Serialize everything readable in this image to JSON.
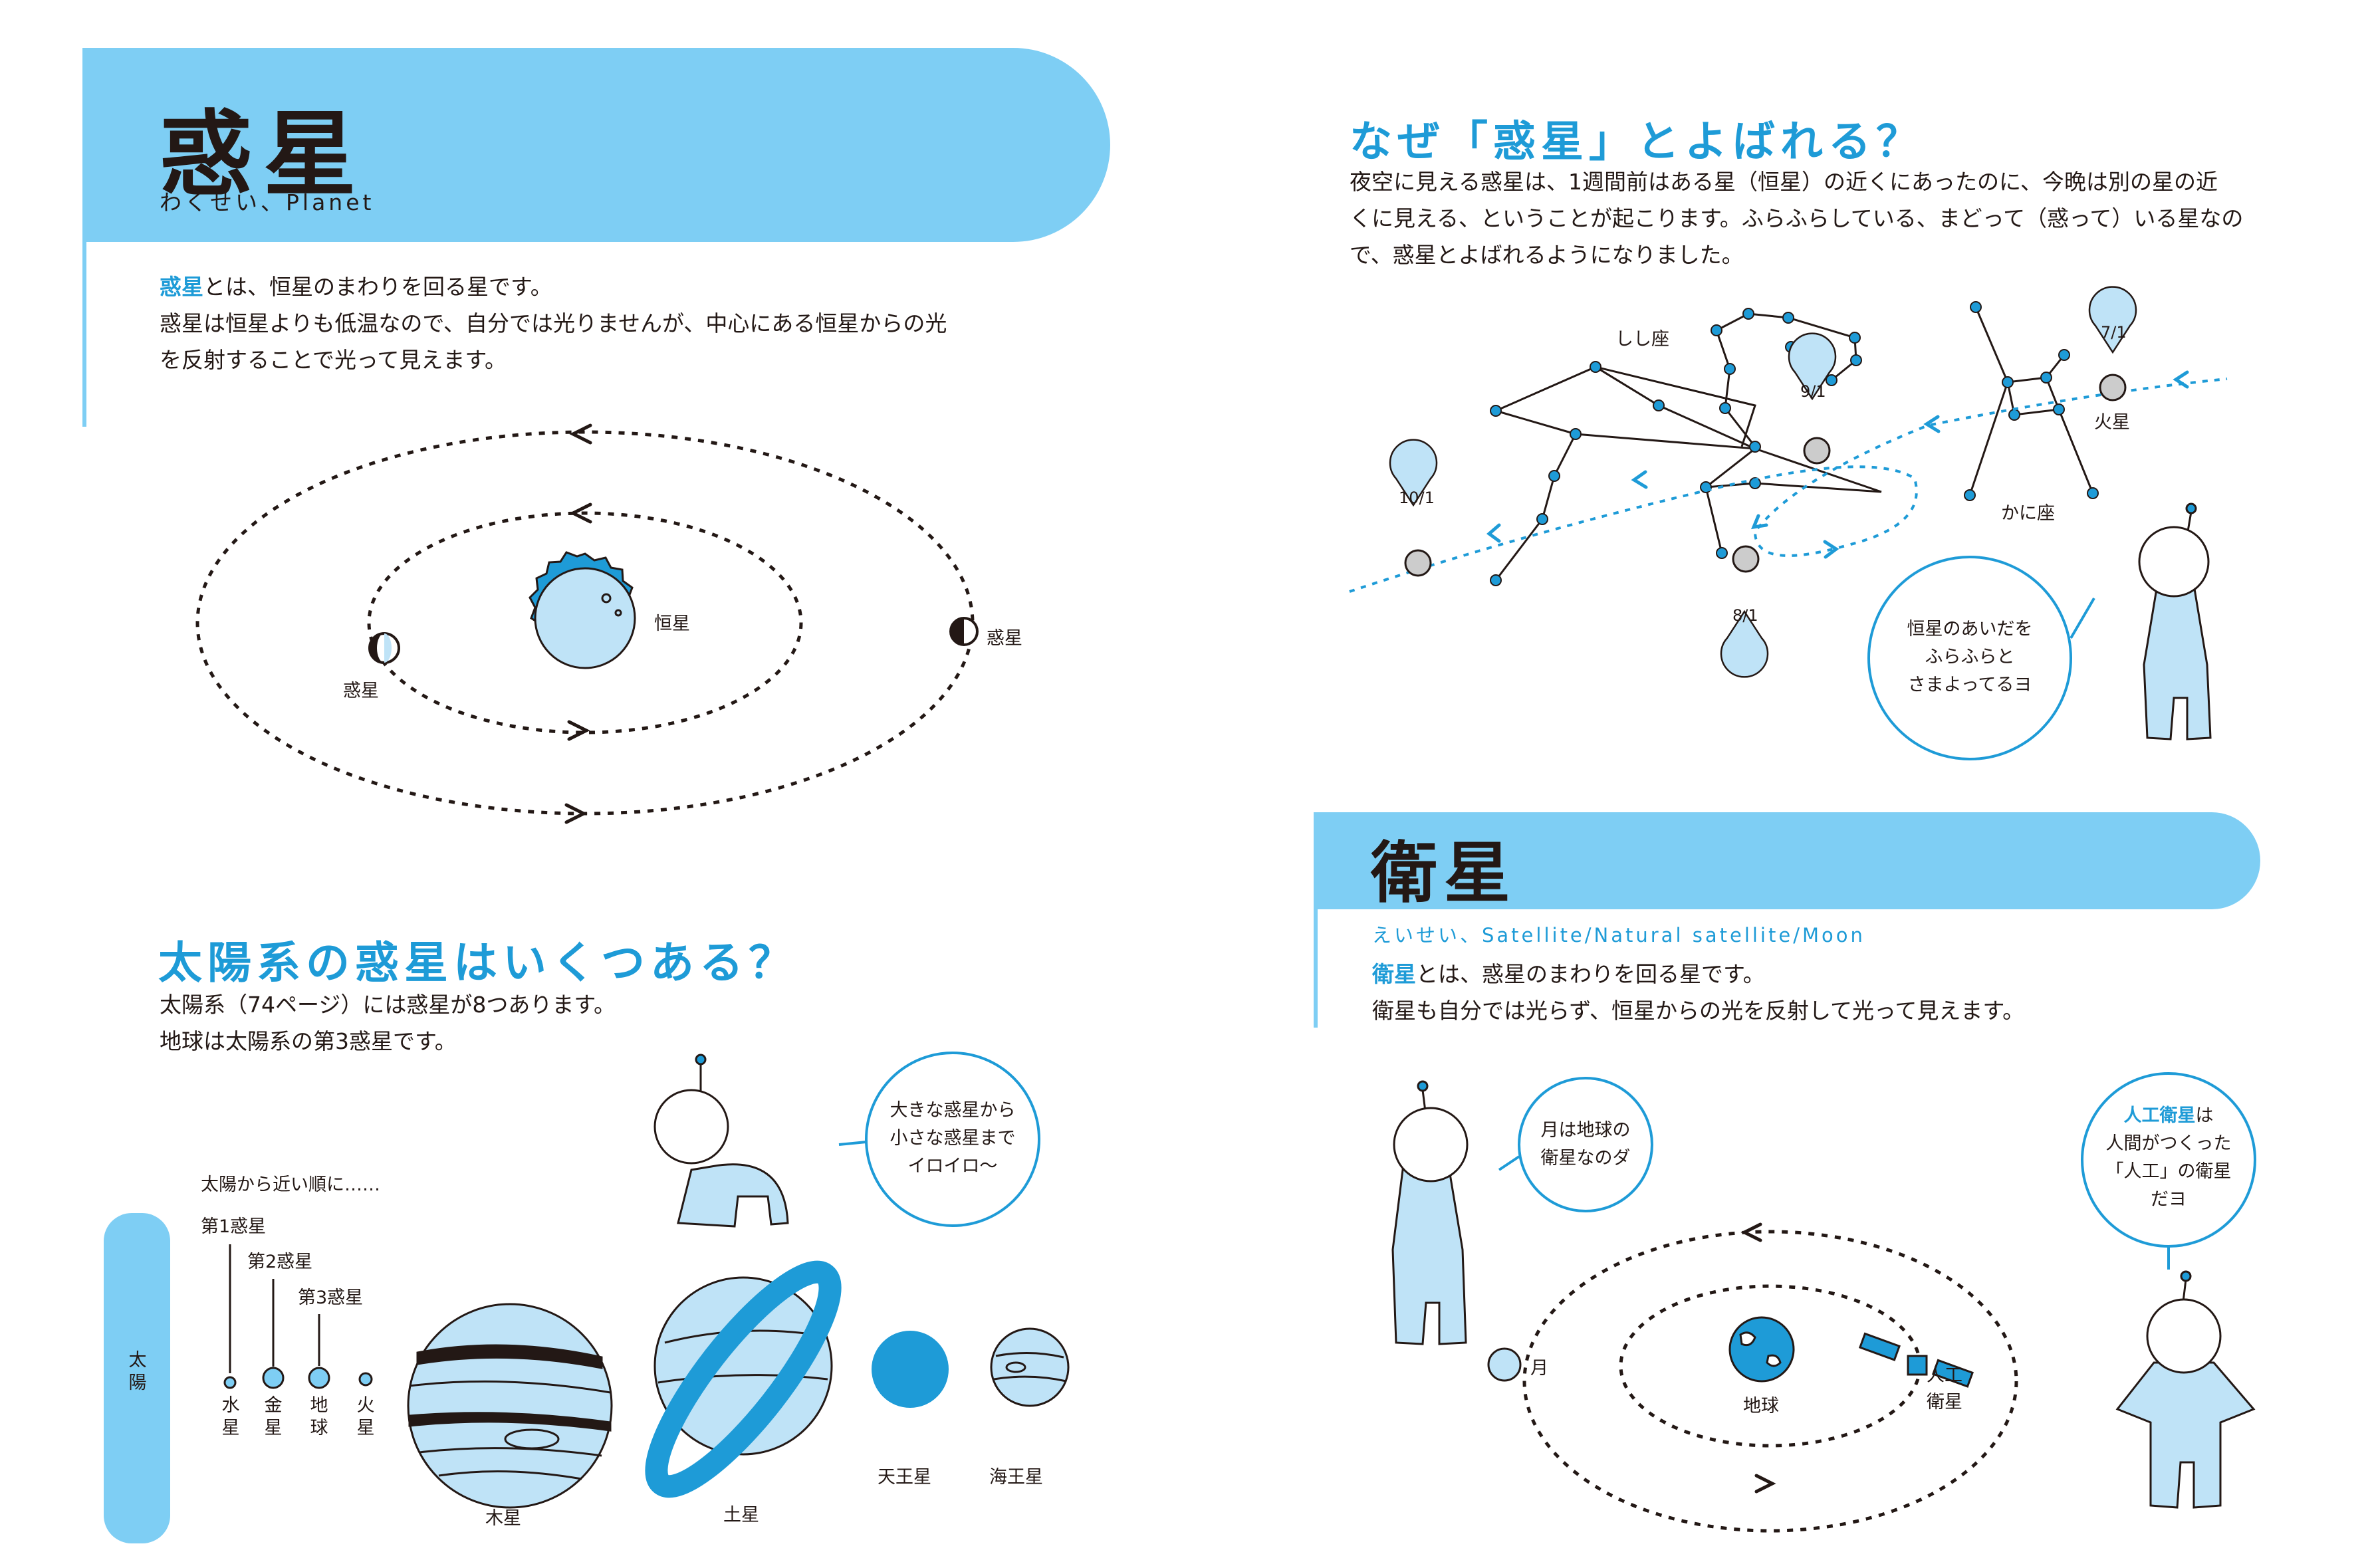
{
  "left": {
    "title": "惑星",
    "subtitle": "わくせい、Planet",
    "intro": {
      "keyword": "惑星",
      "line1_rest": "とは、恒星のまわりを回る星です。",
      "line2": "惑星は恒星よりも低温なので、自分では光りませんが、中心にある恒星からの光",
      "line3": "を反射することで光って見えます。"
    },
    "orbit_labels": {
      "star": "恒星",
      "planet_left": "惑星",
      "planet_right": "惑星"
    },
    "solar": {
      "heading": "太陽系の惑星はいくつある？",
      "line1": "太陽系（74ページ）には惑星が8つあります。",
      "line2": "地球は太陽系の第3惑星です。",
      "order_label": "太陽から近い順に……",
      "ordinals": [
        "第1惑星",
        "第2惑星",
        "第3惑星"
      ],
      "sun": "太陽",
      "planets": [
        "水星",
        "金星",
        "地球",
        "火星"
      ],
      "big_planets": [
        "木星",
        "土星",
        "天王星",
        "海王星"
      ],
      "bubble": [
        "大きな惑星から",
        "小さな惑星まで",
        "イロイロ～"
      ]
    }
  },
  "right": {
    "why": {
      "heading": "なぜ「惑星」とよばれる？",
      "heading_pre": "なぜ「",
      "heading_key": "惑星",
      "heading_post": "」とよばれる？",
      "line1": "夜空に見える惑星は、1週間前はある星（恒星）の近くにあったのに、今晩は別の星の近",
      "line2": "くに見える、ということが起こります。ふらふらしている、まどって（惑って）いる星なの",
      "line3": "で、惑星とよばれるようになりました。"
    },
    "constellations": {
      "leo": "しし座",
      "cancer": "かに座",
      "mars": "火星"
    },
    "dates": [
      "10/1",
      "9/1",
      "8/1",
      "7/1"
    ],
    "bubble": [
      "恒星のあいだを",
      "ふらふらと",
      "さまよってるヨ"
    ],
    "satellite": {
      "title": "衛星",
      "subtitle": "えいせい、Satellite/Natural satellite/Moon",
      "keyword": "衛星",
      "line1_rest": "とは、惑星のまわりを回る星です。",
      "line2": "衛星も自分では光らず、恒星からの光を反射して光って見えます。",
      "bubble_left": [
        "月は地球の",
        "衛星なのダ"
      ],
      "bubble_right_key": "人工衛星",
      "bubble_right": [
        "は",
        "人間がつくった",
        "「人工」の衛星",
        "だヨ"
      ],
      "moon": "月",
      "earth": "地球",
      "artificial": [
        "人工",
        "衛星"
      ]
    }
  },
  "colors": {
    "banner": "#7ecef4",
    "accent": "#1e9bd7",
    "ink": "#231815",
    "pale": "#bfe3f7"
  }
}
